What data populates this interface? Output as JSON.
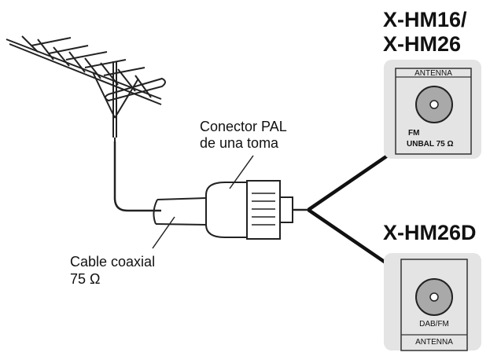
{
  "models": {
    "top_line1": "X-HM16/",
    "top_line2": "X-HM26",
    "bottom": "X-HM26D"
  },
  "connector_label": {
    "line1": "Conector PAL",
    "line2": "de una toma"
  },
  "cable_label": {
    "line1": "Cable coaxial",
    "line2": "75 Ω"
  },
  "panel_top": {
    "header": "ANTENNA",
    "jack_line1": "FM",
    "jack_line2": "UNBAL 75 Ω"
  },
  "panel_bottom": {
    "jack_label": "DAB/FM",
    "footer": "ANTENNA"
  },
  "colors": {
    "panel_bg": "#e4e4e4",
    "jack_fill": "#a9a9a9",
    "line": "#111111"
  }
}
